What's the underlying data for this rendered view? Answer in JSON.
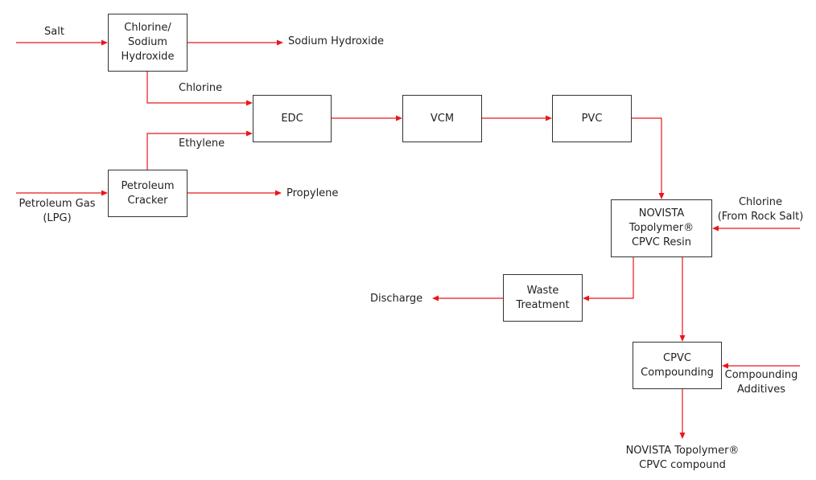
{
  "boxes": {
    "chlorine_sodium": [
      "Chlorine/",
      "Sodium",
      "Hydroxide"
    ],
    "petroleum_cracker": [
      "Petroleum",
      "Cracker"
    ],
    "edc": [
      "EDC"
    ],
    "vcm": [
      "VCM"
    ],
    "pvc": [
      "PVC"
    ],
    "novista_resin": [
      "NOVISTA",
      "Topolymer®",
      "CPVC Resin"
    ],
    "waste_treatment": [
      "Waste",
      "Treatment"
    ],
    "cpvc_compounding": [
      "CPVC",
      "Compounding"
    ]
  },
  "labels": {
    "salt": [
      "Salt"
    ],
    "sodium_hydroxide": [
      "Sodium Hydroxide"
    ],
    "chlorine": [
      "Chlorine"
    ],
    "ethylene": [
      "Ethylene"
    ],
    "petroleum_gas": [
      "Petroleum Gas",
      "(LPG)"
    ],
    "propylene": [
      "Propylene"
    ],
    "chlorine_rock_salt": [
      "Chlorine",
      "(From Rock Salt)"
    ],
    "discharge": [
      "Discharge"
    ],
    "compounding_additives": [
      "Compounding",
      "Additives"
    ],
    "novista_compound": [
      "NOVISTA Topolymer®",
      "CPVC compound"
    ]
  },
  "colors": {
    "arrow": "#e8171c",
    "box_border": "#333333"
  }
}
